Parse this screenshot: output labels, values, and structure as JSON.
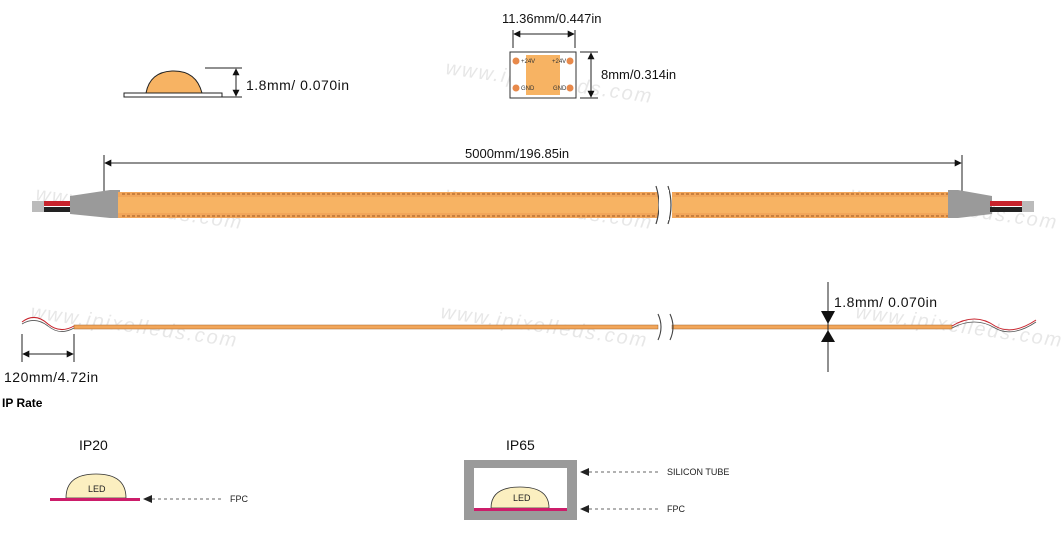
{
  "watermark": "www.ipixelleds.com",
  "profile": {
    "height_label": "1.8mm/ 0.070in"
  },
  "led_chip": {
    "width_label": "11.36mm/0.447in",
    "height_label": "8mm/0.314in",
    "pad_top_left": "+24V",
    "pad_top_right": "+24V",
    "pad_bottom_left": "GND",
    "pad_bottom_right": "GND"
  },
  "strip_top": {
    "length_label": "5000mm/196.85in"
  },
  "strip_side": {
    "thickness_label": "1.8mm/ 0.070in",
    "lead_label": "120mm/4.72in"
  },
  "ip_rate": {
    "heading": "IP Rate",
    "ip20": {
      "title": "IP20",
      "led_label": "LED",
      "fpc_label": "FPC"
    },
    "ip65": {
      "title": "IP65",
      "led_label": "LED",
      "tube_label": "SILICON TUBE",
      "fpc_label": "FPC"
    }
  },
  "colors": {
    "led_amber": "#f7b363",
    "led_cream": "#fbefc0",
    "fpc_magenta": "#cc1d6a",
    "silicone_gray": "#9a9a9a",
    "wire_red": "#c8232c"
  }
}
